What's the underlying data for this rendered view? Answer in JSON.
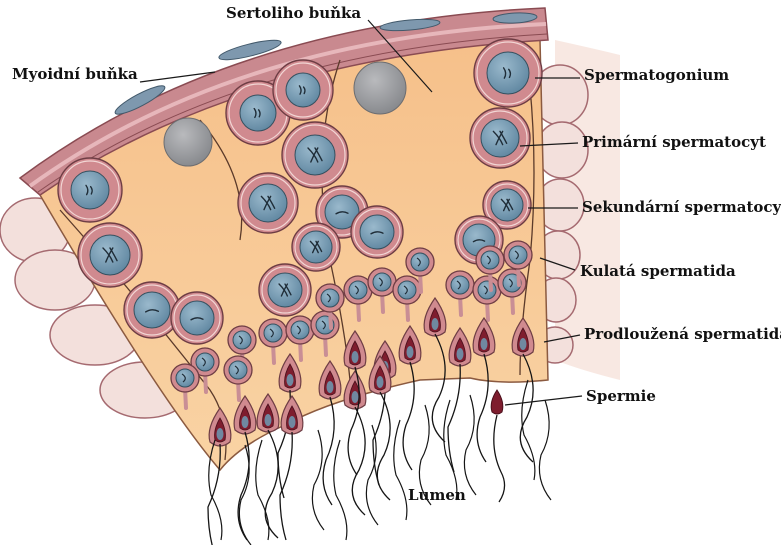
{
  "labels": {
    "sertoli": "Sertoliho buňka",
    "myoid": "Myoidní buňka",
    "spermatogonium": "Spermatogonium",
    "primary": "Primární spermatocyt",
    "secondary": "Sekundární spermatocyt",
    "round": "Kulatá spermatida",
    "elongated": "Prodloužená spermatida",
    "sperm": "Spermie",
    "lumen": "Lumen"
  },
  "colors": {
    "sertoli_cytoplasm": "#f7c48e",
    "germ_cell": "#d08a8f",
    "nucleus": "#6f95ad",
    "myoid_layer": "#c9898f",
    "sertoli_nucleus": "#9a9b9e",
    "sperm_head": "#7e1d2e"
  },
  "icons": [
    "chromosome-glyph"
  ]
}
